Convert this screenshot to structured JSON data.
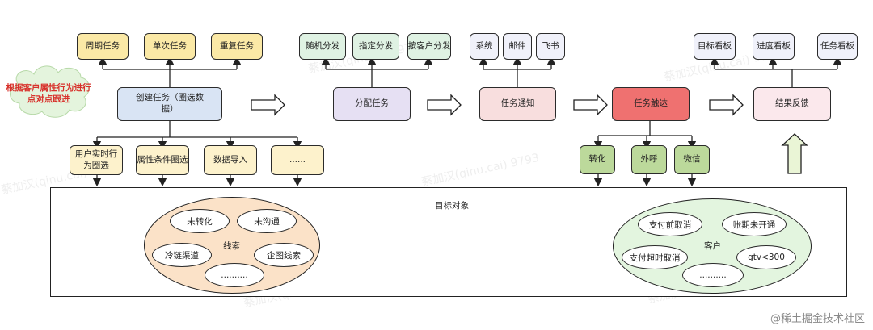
{
  "cloud_note": "根据客户属性行为进行点对点跟进",
  "create": {
    "label": "创建任务（圈选数据）",
    "top_boxes": [
      "周期任务",
      "单次任务",
      "重复任务"
    ],
    "sources": [
      "用户实时行为圈选",
      "属性条件圈选",
      "数据导入",
      "......"
    ]
  },
  "assign": {
    "label": "分配任务",
    "top_boxes": [
      "随机分发",
      "指定分发",
      "按客户分发"
    ]
  },
  "notify": {
    "label": "任务通知",
    "top_boxes": [
      "系统",
      "邮件",
      "飞书"
    ]
  },
  "reach": {
    "label": "任务触达",
    "methods": [
      "转化",
      "外呼",
      "微信"
    ]
  },
  "feedback": {
    "label": "结果反馈",
    "top_boxes": [
      "目标看板",
      "进度看板",
      "任务看板"
    ]
  },
  "target": {
    "title": "目标对象",
    "leads": {
      "label": "线索",
      "items": [
        "未转化",
        "未沟通",
        "冷链渠道",
        "企图线索",
        ".........."
      ]
    },
    "customers": {
      "label": "客户",
      "items": [
        "支付前取消",
        "账期未开通",
        "支付超时取消",
        "gtv<300",
        ".........."
      ]
    }
  },
  "watermark": "蔡加汉(qinu.cai) 9793",
  "footer": "@稀土掘金技术社区"
}
